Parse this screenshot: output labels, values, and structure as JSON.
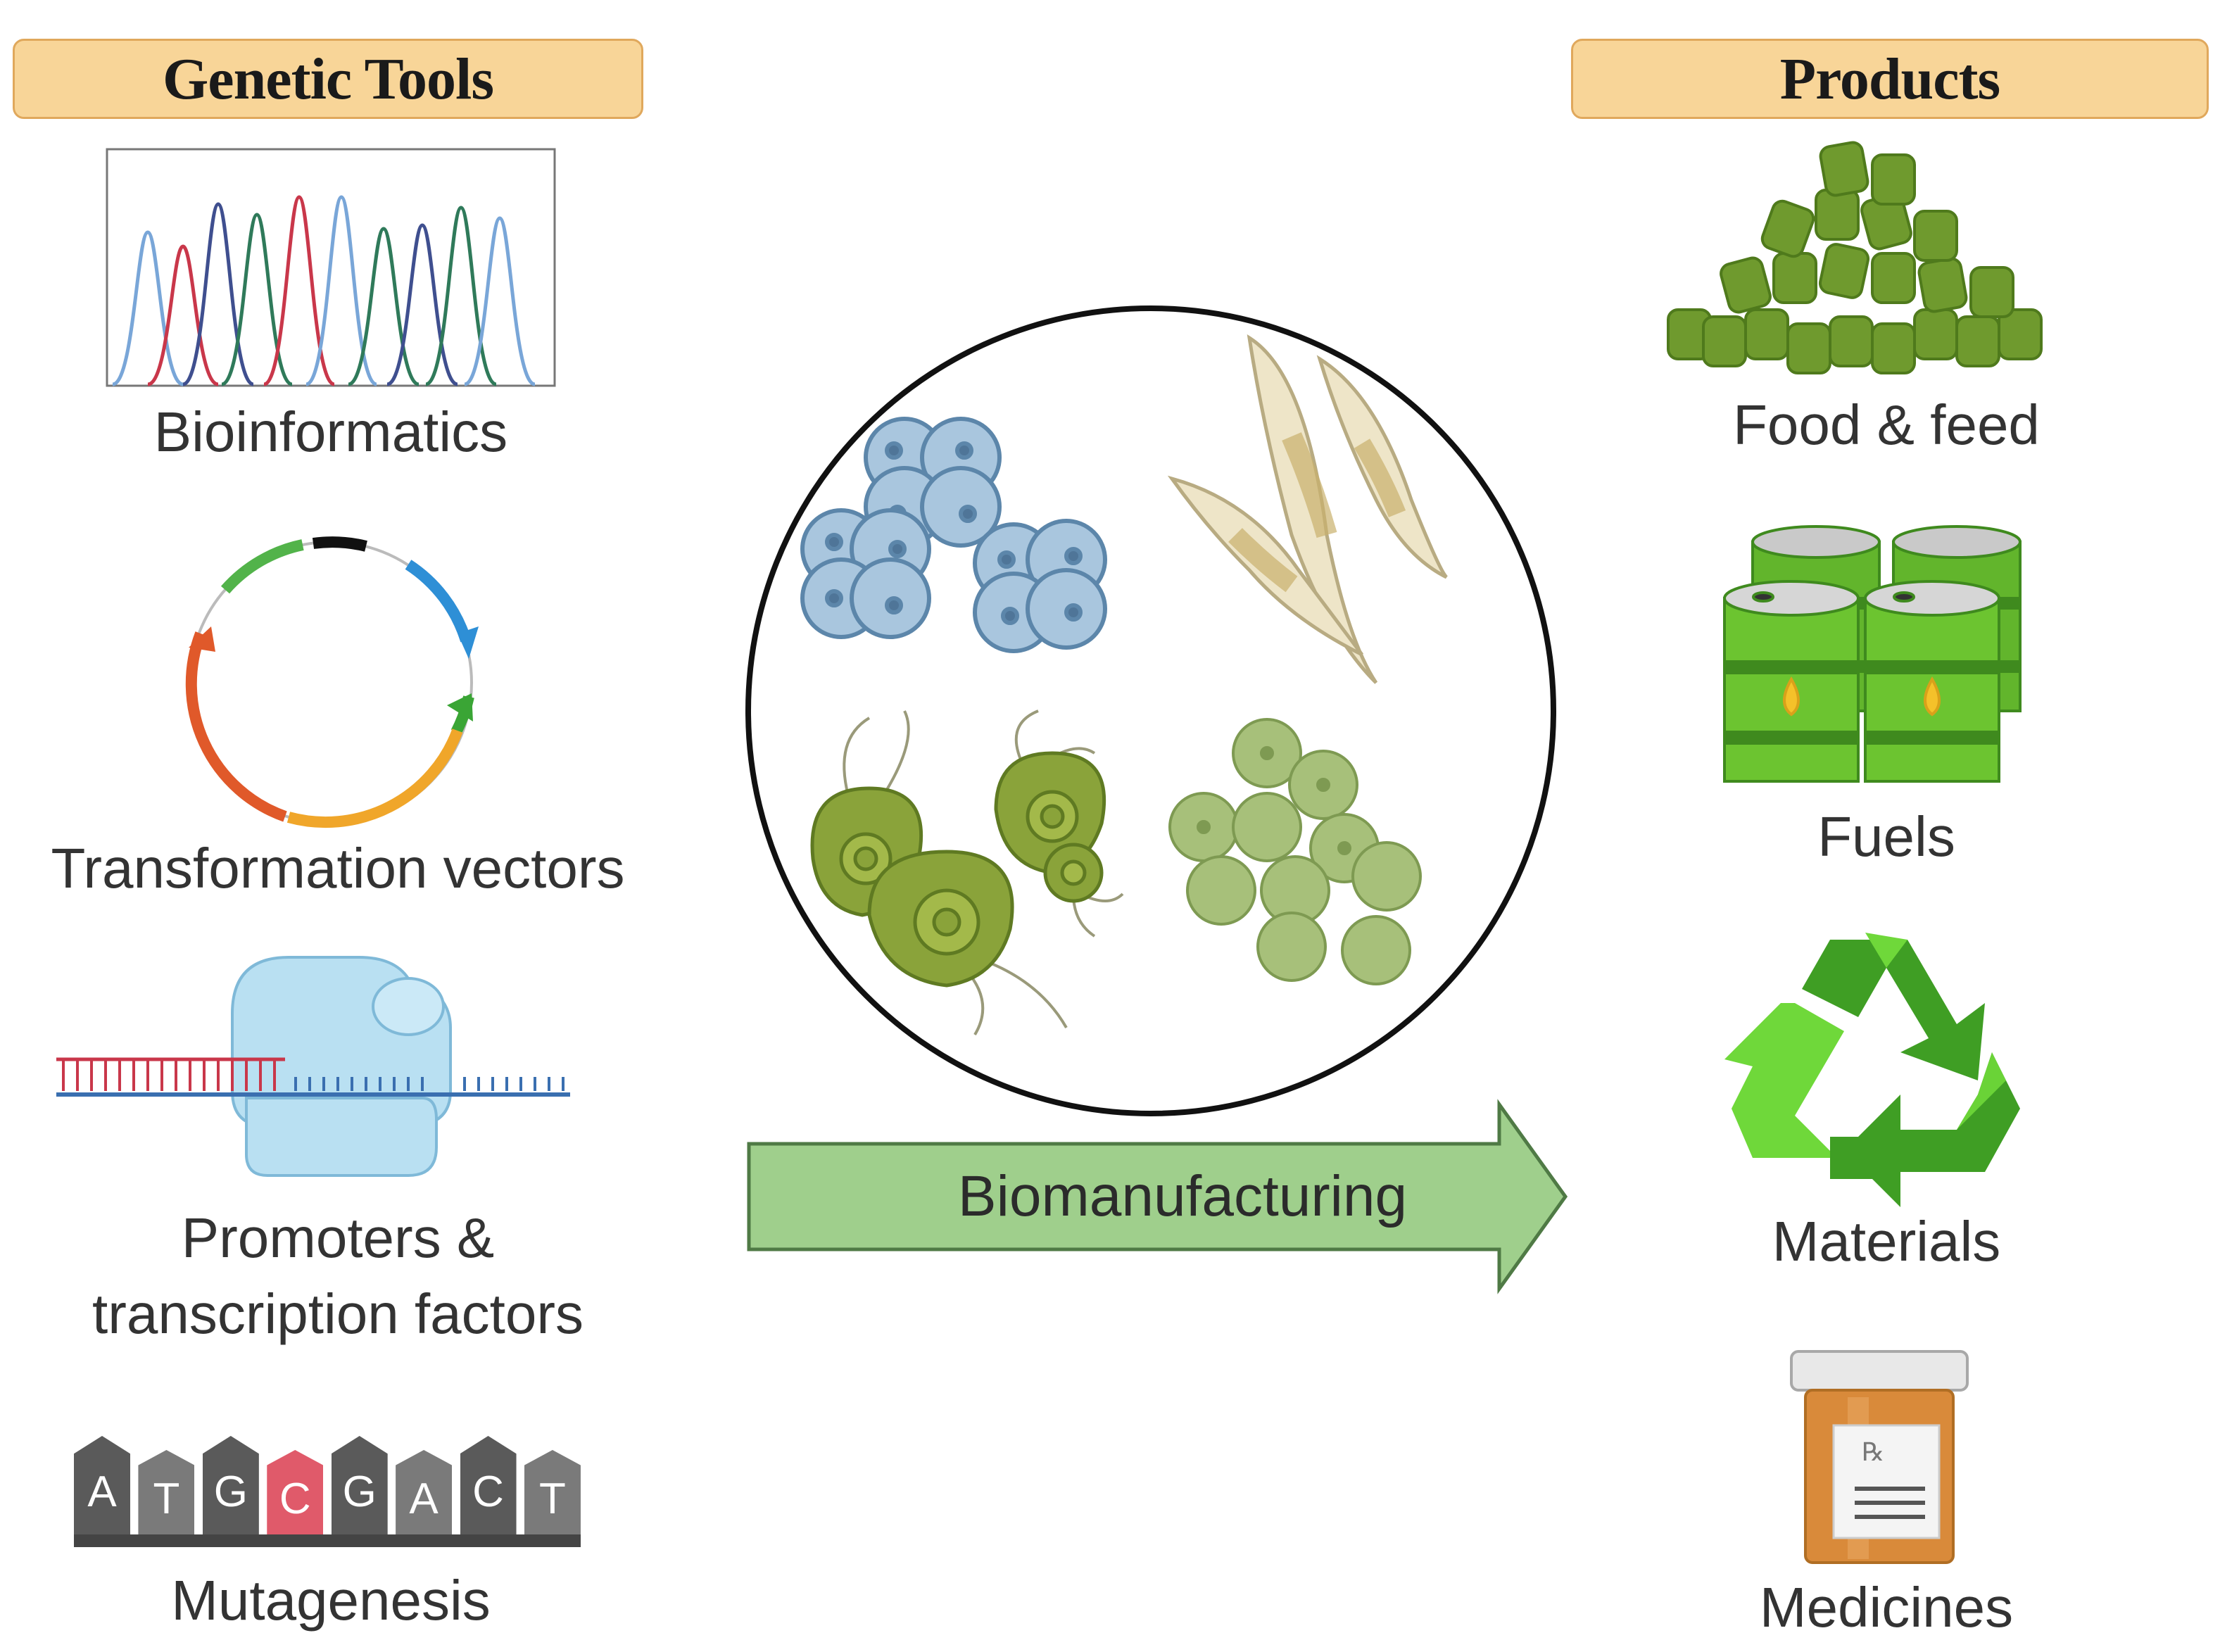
{
  "headers": {
    "left": "Genetic Tools",
    "right": "Products"
  },
  "tools": [
    {
      "label": "Bioinformatics"
    },
    {
      "label": "Transformation vectors"
    },
    {
      "label_line1": "Promoters &",
      "label_line2": "transcription factors"
    },
    {
      "label": "Mutagenesis"
    }
  ],
  "dna_letters": [
    "A",
    "T",
    "G",
    "C",
    "G",
    "A",
    "C",
    "T"
  ],
  "process": {
    "label": "Biomanufacturing"
  },
  "products": [
    {
      "label": "Food & feed"
    },
    {
      "label": "Fuels"
    },
    {
      "label": "Materials"
    },
    {
      "label": "Medicines"
    }
  ],
  "colors": {
    "header_fill": "#f8d598",
    "arrow_fill": "#9fcf8c",
    "algae_green": "#7a9a2e",
    "barrel_green": "#5fb82e",
    "recycle_light": "#6fd83a",
    "recycle_dark": "#3f9e24",
    "highlight_base": "#e05a6a"
  },
  "icons": {
    "bioinformatics": "chromatogram-icon",
    "vectors": "plasmid-icon",
    "promoters": "transcription-factor-icon",
    "mutagenesis": "dna-sequence-icon",
    "food": "pellets-icon",
    "fuels": "fuel-barrels-icon",
    "materials": "recycle-icon",
    "medicines": "pill-bottle-icon"
  }
}
